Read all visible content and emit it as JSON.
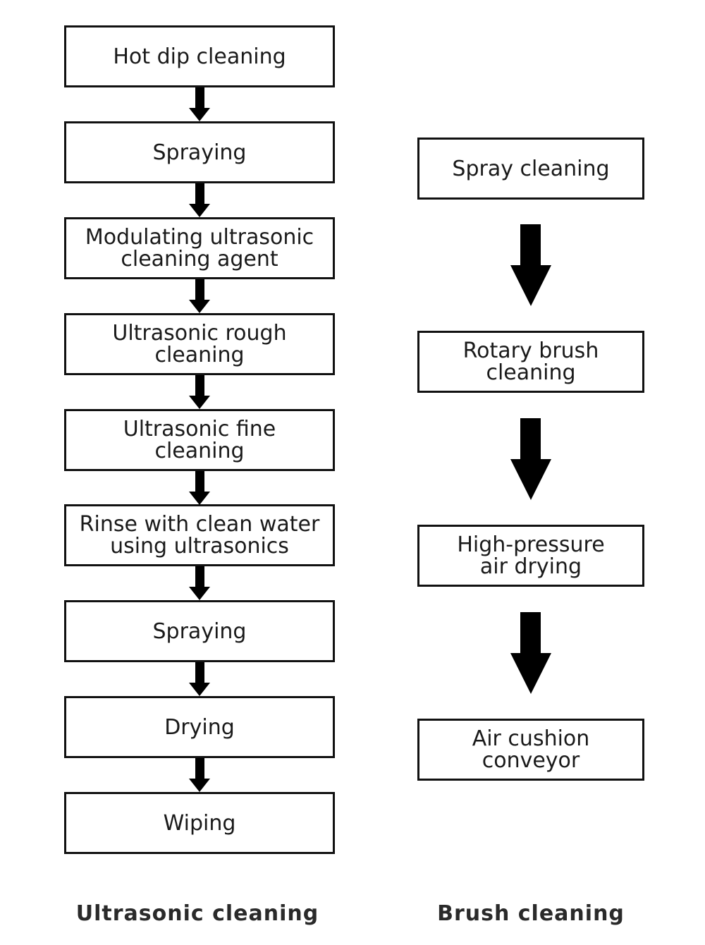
{
  "ultrasonic": {
    "caption": "Ultrasonic cleaning",
    "steps": [
      "Hot dip cleaning",
      "Spraying",
      "Modulating ultrasonic\ncleaning agent",
      "Ultrasonic rough\ncleaning",
      "Ultrasonic fine\ncleaning",
      "Rinse with clean water\nusing ultrasonics",
      "Spraying",
      "Drying",
      "Wiping"
    ]
  },
  "brush": {
    "caption": "Brush cleaning",
    "steps": [
      "Spray cleaning",
      "Rotary brush\ncleaning",
      "High-pressure\nair drying",
      "Air cushion\nconveyor"
    ]
  }
}
